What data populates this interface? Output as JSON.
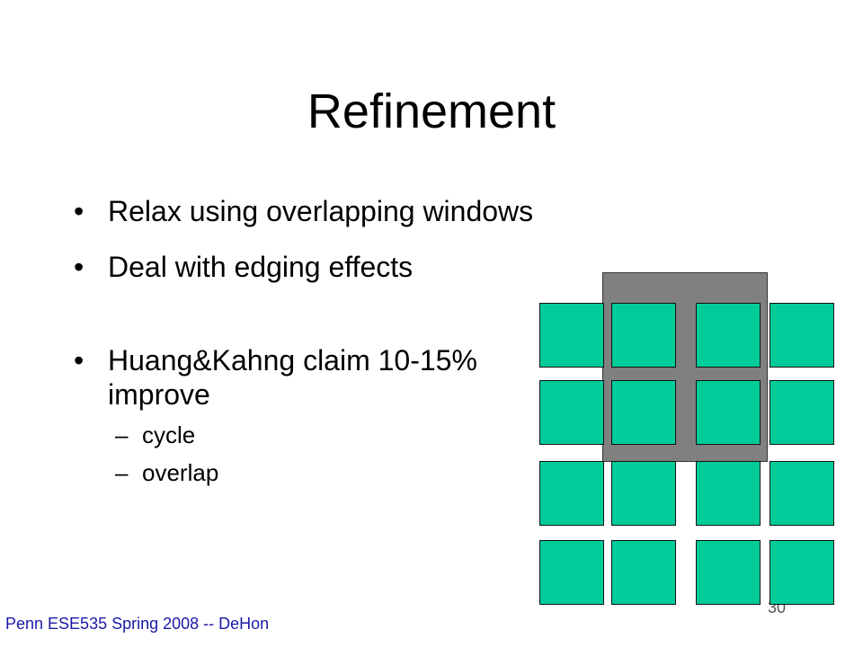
{
  "slide": {
    "title": "Refinement",
    "bullets": [
      {
        "text": "Relax using overlapping windows"
      },
      {
        "text": "Deal with edging effects"
      },
      {
        "text": "Huang&Kahng claim 10-15% improve",
        "subitems": [
          "cycle",
          "overlap"
        ]
      }
    ],
    "bullet_glyph": "•",
    "dash_glyph": "–",
    "footer": "Penn ESE535 Spring 2008 -- DeHon",
    "page_number": "30"
  },
  "diagram": {
    "grid_rows": 4,
    "grid_cols": 4,
    "cell_color": "#00cc99",
    "window_color": "#808080",
    "window_covers": {
      "rows": [
        1,
        2
      ],
      "cols": [
        2,
        3
      ]
    }
  }
}
